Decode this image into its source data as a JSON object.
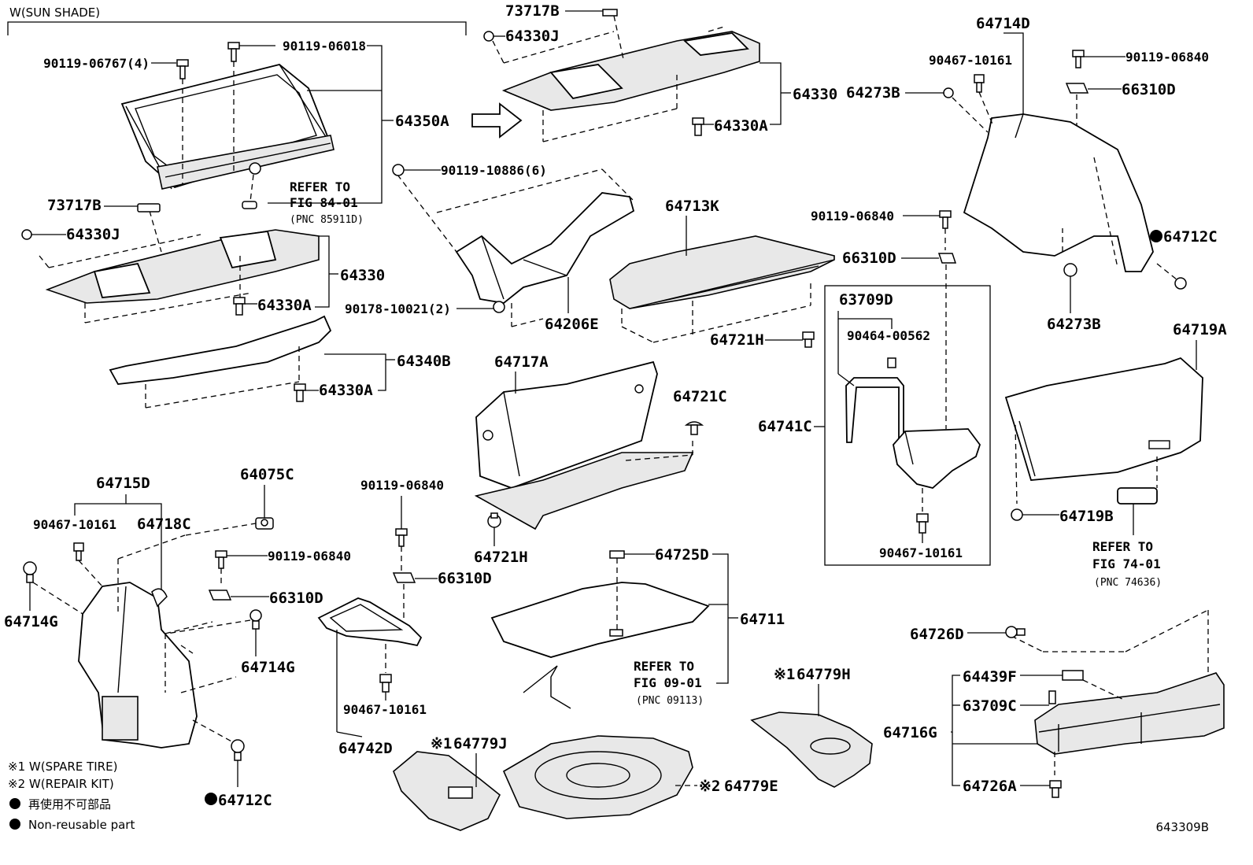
{
  "header": {
    "variant_note": "W(SUN SHADE)"
  },
  "labels": {
    "p_73717B_top": "73717B",
    "p_64330J_top": "64330J",
    "p_64330_top": "64330",
    "p_64330A_top": "64330A",
    "p_90119_06018": "90119-06018",
    "p_90119_06767": "90119-06767(4)",
    "p_64350A": "64350A",
    "p_73717B_left": "73717B",
    "p_64330J_left": "64330J",
    "p_64330_left": "64330",
    "p_64330A_left": "64330A",
    "p_64340B": "64340B",
    "p_64330A_left2": "64330A",
    "p_90119_10886": "90119-10886(6)",
    "p_90178_10021": "90178-10021(2)",
    "p_64206E": "64206E",
    "p_64713K": "64713K",
    "p_64721H_mid": "64721H",
    "p_64717A": "64717A",
    "p_64721C": "64721C",
    "p_64721H_low": "64721H",
    "p_64714D": "64714D",
    "p_90467_10161_tr": "90467-10161",
    "p_90119_06840_tr": "90119-06840",
    "p_64273B_tr": "64273B",
    "p_66310D_tr": "66310D",
    "p_64712C_tr": "64712C",
    "p_64273B_tr2": "64273B",
    "p_90119_06840_mid": "90119-06840",
    "p_66310D_mid": "66310D",
    "p_63709D": "63709D",
    "p_90464_00562": "90464-00562",
    "p_64741C": "64741C",
    "p_90467_10161_box": "90467-10161",
    "p_64719A": "64719A",
    "p_64719B": "64719B",
    "p_64715D": "64715D",
    "p_90467_10161_left": "90467-10161",
    "p_64718C": "64718C",
    "p_64714G_left": "64714G",
    "p_64075C": "64075C",
    "p_90119_06840_left": "90119-06840",
    "p_66310D_left": "66310D",
    "p_64714G_mid": "64714G",
    "p_64712C_bottom": "64712C",
    "p_90119_06840_c": "90119-06840",
    "p_66310D_c": "66310D",
    "p_90467_10161_c": "90467-10161",
    "p_64742D": "64742D",
    "p_64725D": "64725D",
    "p_64711": "64711",
    "p_64779J": "64779J",
    "p_64779E": "64779E",
    "p_64779H": "64779H",
    "p_64726D": "64726D",
    "p_64439F": "64439F",
    "p_63709C": "63709C",
    "p_64716G": "64716G",
    "p_64726A": "64726A",
    "marker_1_J": "※1",
    "marker_2_E": "※2",
    "marker_1_H": "※1"
  },
  "refs": {
    "fig84": {
      "line1": "REFER TO",
      "line2": "FIG 84-01",
      "pnc": "(PNC 85911D)"
    },
    "fig09": {
      "line1": "REFER TO",
      "line2": "FIG 09-01",
      "pnc": "(PNC 09113)"
    },
    "fig74": {
      "line1": "REFER TO",
      "line2": "FIG 74-01",
      "pnc": "(PNC 74636)"
    }
  },
  "legend": {
    "note1": "※1 W(SPARE TIRE)",
    "note2": "※2 W(REPAIR KIT)",
    "jp": "再使用不可部品",
    "en": "Non-reusable part"
  },
  "footer": {
    "diagram_id": "643309B"
  }
}
